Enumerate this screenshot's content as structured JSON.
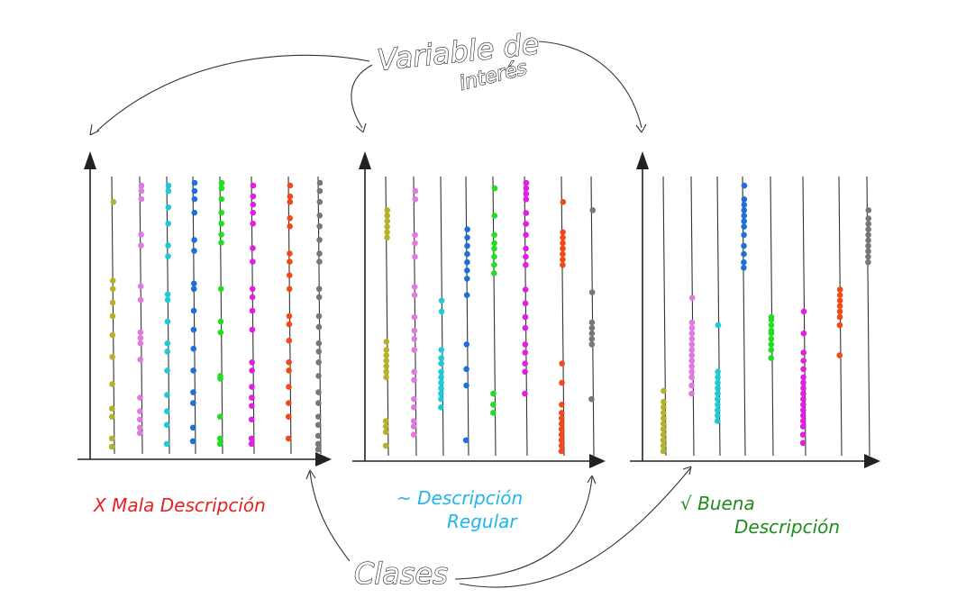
{
  "annotations": {
    "variable_line1": "Variable de",
    "variable_line2": "interés",
    "classes": "Clases"
  },
  "panels": [
    {
      "caption_lines": [
        "X Mala Descripción"
      ],
      "caption_color": "#e8201f",
      "quality": "bad",
      "classes": [
        {
          "color": "#b3b32a",
          "points": [
            0.92,
            0.63,
            0.6,
            0.55,
            0.5,
            0.43,
            0.35,
            0.25,
            0.16,
            0.13,
            0.05,
            0.02
          ]
        },
        {
          "color": "#e07ae0",
          "points": [
            0.98,
            0.96,
            0.93,
            0.8,
            0.76,
            0.61,
            0.56,
            0.44,
            0.42,
            0.4,
            0.34,
            0.2,
            0.15,
            0.12,
            0.09,
            0.07
          ]
        },
        {
          "color": "#1fc9d6",
          "points": [
            0.98,
            0.96,
            0.9,
            0.84,
            0.76,
            0.72,
            0.58,
            0.56,
            0.48,
            0.4,
            0.37,
            0.3,
            0.21,
            0.15,
            0.1,
            0.03
          ]
        },
        {
          "color": "#1f6fd6",
          "points": [
            0.99,
            0.96,
            0.93,
            0.88,
            0.78,
            0.74,
            0.62,
            0.6,
            0.52,
            0.45,
            0.38,
            0.3,
            0.22,
            0.18,
            0.09,
            0.04
          ]
        },
        {
          "color": "#22dd22",
          "points": [
            0.99,
            0.97,
            0.93,
            0.88,
            0.84,
            0.8,
            0.77,
            0.6,
            0.48,
            0.44,
            0.28,
            0.27,
            0.13,
            0.05,
            0.03
          ]
        },
        {
          "color": "#e020e0",
          "points": [
            0.98,
            0.94,
            0.91,
            0.88,
            0.84,
            0.75,
            0.7,
            0.6,
            0.57,
            0.52,
            0.45,
            0.33,
            0.3,
            0.24,
            0.2,
            0.17,
            0.12,
            0.05,
            0.03
          ]
        },
        {
          "color": "#f04a1a",
          "points": [
            0.98,
            0.94,
            0.92,
            0.86,
            0.83,
            0.73,
            0.7,
            0.65,
            0.6,
            0.5,
            0.47,
            0.41,
            0.33,
            0.3,
            0.24,
            0.18,
            0.13,
            0.05
          ]
        },
        {
          "color": "#777777",
          "points": [
            0.99,
            0.96,
            0.92,
            0.87,
            0.83,
            0.78,
            0.73,
            0.7,
            0.6,
            0.57,
            0.5,
            0.46,
            0.4,
            0.37,
            0.33,
            0.28,
            0.22,
            0.18,
            0.13,
            0.1,
            0.06,
            0.03,
            0.01
          ]
        }
      ]
    },
    {
      "caption_lines": [
        "~ Descripción",
        "Regular"
      ],
      "caption_color": "#1fb6ee",
      "quality": "regular",
      "classes": [
        {
          "color": "#b3b32a",
          "points": [
            0.89,
            0.87,
            0.85,
            0.83,
            0.81,
            0.79,
            0.41,
            0.38,
            0.36,
            0.34,
            0.32,
            0.3,
            0.28,
            0.12,
            0.1,
            0.08,
            0.03
          ]
        },
        {
          "color": "#e07ae0",
          "points": [
            0.96,
            0.93,
            0.8,
            0.77,
            0.72,
            0.61,
            0.58,
            0.5,
            0.45,
            0.42,
            0.38,
            0.3,
            0.27,
            0.2,
            0.17,
            0.12,
            0.1,
            0.07
          ]
        },
        {
          "color": "#1fc9d6",
          "points": [
            0.56,
            0.52,
            0.38,
            0.35,
            0.33,
            0.3,
            0.28,
            0.26,
            0.24,
            0.22,
            0.2,
            0.17
          ]
        },
        {
          "color": "#1f6fd6",
          "points": [
            0.82,
            0.79,
            0.76,
            0.73,
            0.7,
            0.67,
            0.64,
            0.58,
            0.4,
            0.31,
            0.25,
            0.05
          ]
        },
        {
          "color": "#22dd22",
          "points": [
            0.97,
            0.87,
            0.8,
            0.77,
            0.75,
            0.72,
            0.69,
            0.66,
            0.22,
            0.18,
            0.15
          ]
        },
        {
          "color": "#e020e0",
          "points": [
            0.99,
            0.97,
            0.95,
            0.93,
            0.88,
            0.84,
            0.8,
            0.75,
            0.72,
            0.69,
            0.6,
            0.55,
            0.5,
            0.46,
            0.4,
            0.37,
            0.33,
            0.3,
            0.22
          ]
        },
        {
          "color": "#f04a1a",
          "points": [
            0.92,
            0.81,
            0.79,
            0.77,
            0.75,
            0.73,
            0.71,
            0.69,
            0.33,
            0.26,
            0.18,
            0.15,
            0.13,
            0.11,
            0.09,
            0.07,
            0.05,
            0.03,
            0.01
          ]
        },
        {
          "color": "#777777",
          "points": [
            0.89,
            0.59,
            0.48,
            0.46,
            0.44,
            0.42,
            0.4,
            0.2
          ]
        }
      ]
    },
    {
      "caption_lines": [
        "√ Buena",
        "Descripción"
      ],
      "caption_color": "#1e8c1e",
      "quality": "good",
      "classes": [
        {
          "color": "#b3b32a",
          "points": [
            0.23,
            0.19,
            0.17,
            0.15,
            0.13,
            0.11,
            0.09,
            0.07,
            0.05,
            0.03,
            0.01
          ]
        },
        {
          "color": "#e07ae0",
          "points": [
            0.57,
            0.48,
            0.46,
            0.44,
            0.42,
            0.4,
            0.38,
            0.36,
            0.34,
            0.32,
            0.3,
            0.28,
            0.25,
            0.22
          ]
        },
        {
          "color": "#1fc9d6",
          "points": [
            0.47,
            0.3,
            0.28,
            0.26,
            0.24,
            0.22,
            0.2,
            0.18,
            0.16,
            0.14,
            0.12
          ]
        },
        {
          "color": "#1f6fd6",
          "points": [
            0.98,
            0.93,
            0.91,
            0.89,
            0.87,
            0.85,
            0.83,
            0.8,
            0.76,
            0.73,
            0.7,
            0.68
          ]
        },
        {
          "color": "#22dd22",
          "points": [
            0.5,
            0.49,
            0.47,
            0.45,
            0.44,
            0.42,
            0.4,
            0.38,
            0.35
          ]
        },
        {
          "color": "#e020e0",
          "points": [
            0.52,
            0.44,
            0.37,
            0.34,
            0.31,
            0.28,
            0.26,
            0.24,
            0.22,
            0.2,
            0.18,
            0.16,
            0.14,
            0.12,
            0.1,
            0.07,
            0.04
          ]
        },
        {
          "color": "#f04a1a",
          "points": [
            0.6,
            0.58,
            0.56,
            0.54,
            0.52,
            0.5,
            0.47,
            0.36
          ]
        },
        {
          "color": "#777777",
          "points": [
            0.89,
            0.86,
            0.84,
            0.82,
            0.8,
            0.78,
            0.76,
            0.74,
            0.72,
            0.7
          ]
        }
      ]
    }
  ]
}
